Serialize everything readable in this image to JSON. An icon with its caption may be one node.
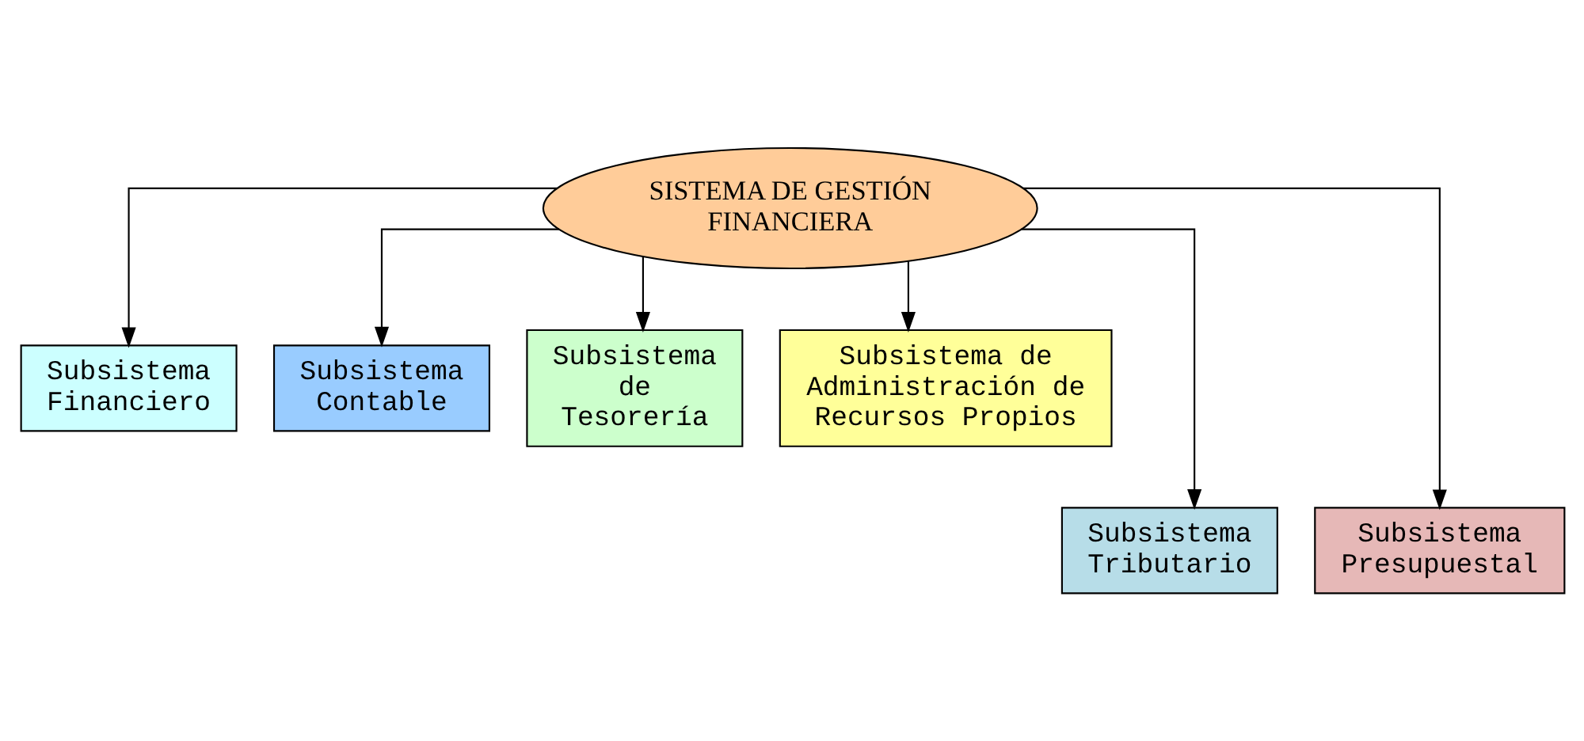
{
  "diagram": {
    "nodes": [
      {
        "text": [
          "SISTEMA DE GESTIÓN FINANCIERA"
        ]
      },
      {
        "text": [
          "Subsistema Financiero"
        ]
      },
      {
        "text": [
          "Subsistema Contable"
        ]
      },
      {
        "text": [
          "Subsistema de Tesorería"
        ]
      },
      {
        "text": [
          "Subsistema de Administración de Recursos Propios"
        ]
      },
      {
        "text": [
          "Subsistema Tributario"
        ]
      },
      {
        "text": [
          "Subsistema Presupuestal"
        ]
      }
    ],
    "edges": [
      {
        "from": 0,
        "to": 1,
        "arrow": "to"
      },
      {
        "from": 0,
        "to": 2,
        "arrow": "to"
      },
      {
        "from": 0,
        "to": 3,
        "arrow": "to"
      },
      {
        "from": 0,
        "to": 4,
        "arrow": "to"
      },
      {
        "from": 0,
        "to": 5,
        "arrow": "to"
      },
      {
        "from": 0,
        "to": 6,
        "arrow": "to"
      }
    ]
  }
}
